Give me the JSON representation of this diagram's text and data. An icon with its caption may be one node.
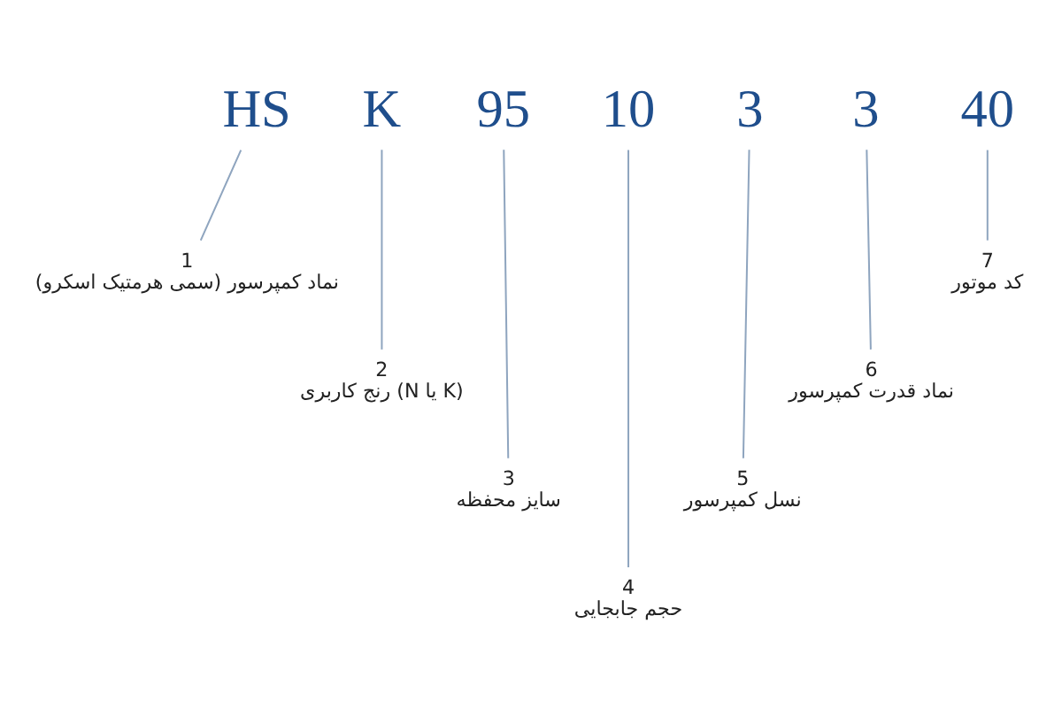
{
  "diagram": {
    "nodes": [
      {
        "text": [
          "HS"
        ]
      },
      {
        "text": [
          "K"
        ]
      },
      {
        "text": [
          "95"
        ]
      },
      {
        "text": [
          "10"
        ]
      },
      {
        "text": [
          "3"
        ]
      },
      {
        "text": [
          "3"
        ]
      },
      {
        "text": [
          "40"
        ]
      },
      {
        "text": [
          "1",
          "نماد کمپرسور (سمی هرمتیک اسکرو)"
        ]
      },
      {
        "text": [
          "2",
          "رنج کاربری (N یا K)"
        ]
      },
      {
        "text": [
          "3",
          "سایز محفظه"
        ]
      },
      {
        "text": [
          "4",
          "حجم جابجایی"
        ]
      },
      {
        "text": [
          "5",
          "نسل کمپرسور"
        ]
      },
      {
        "text": [
          "6",
          "نماد قدرت کمپرسور"
        ]
      },
      {
        "text": [
          "7",
          "کد موتور"
        ]
      }
    ],
    "edges": [
      {
        "from": 0,
        "to": 7,
        "arrow": "none"
      },
      {
        "from": 1,
        "to": 8,
        "arrow": "none"
      },
      {
        "from": 2,
        "to": 9,
        "arrow": "none"
      },
      {
        "from": 3,
        "to": 10,
        "arrow": "none"
      },
      {
        "from": 4,
        "to": 11,
        "arrow": "none"
      },
      {
        "from": 5,
        "to": 12,
        "arrow": "none"
      },
      {
        "from": 6,
        "to": 13,
        "arrow": "none"
      }
    ]
  }
}
